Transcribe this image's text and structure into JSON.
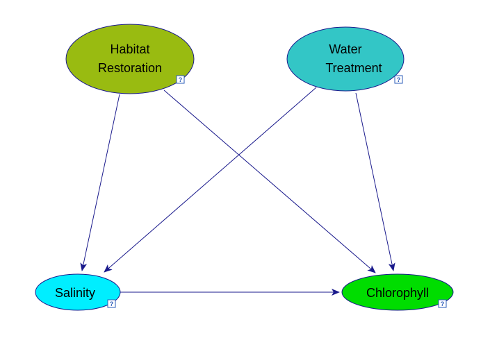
{
  "nodes": [
    {
      "id": "habitat",
      "lines": [
        "Habitat",
        "Restoration"
      ],
      "color": "#99bb11"
    },
    {
      "id": "water",
      "lines": [
        "Water",
        "Treatment"
      ],
      "color": "#33c6c6"
    },
    {
      "id": "salinity",
      "lines": [
        "Salinity"
      ],
      "color": "#00eeff"
    },
    {
      "id": "chlorophyll",
      "lines": [
        "Chlorophyll"
      ],
      "color": "#00dd00"
    }
  ],
  "edges": [
    {
      "from": "habitat",
      "to": "salinity"
    },
    {
      "from": "habitat",
      "to": "chlorophyll"
    },
    {
      "from": "water",
      "to": "salinity"
    },
    {
      "from": "water",
      "to": "chlorophyll"
    },
    {
      "from": "salinity",
      "to": "chlorophyll"
    }
  ],
  "help_icon_glyph": "?",
  "edge_color": "#1a1a8c"
}
